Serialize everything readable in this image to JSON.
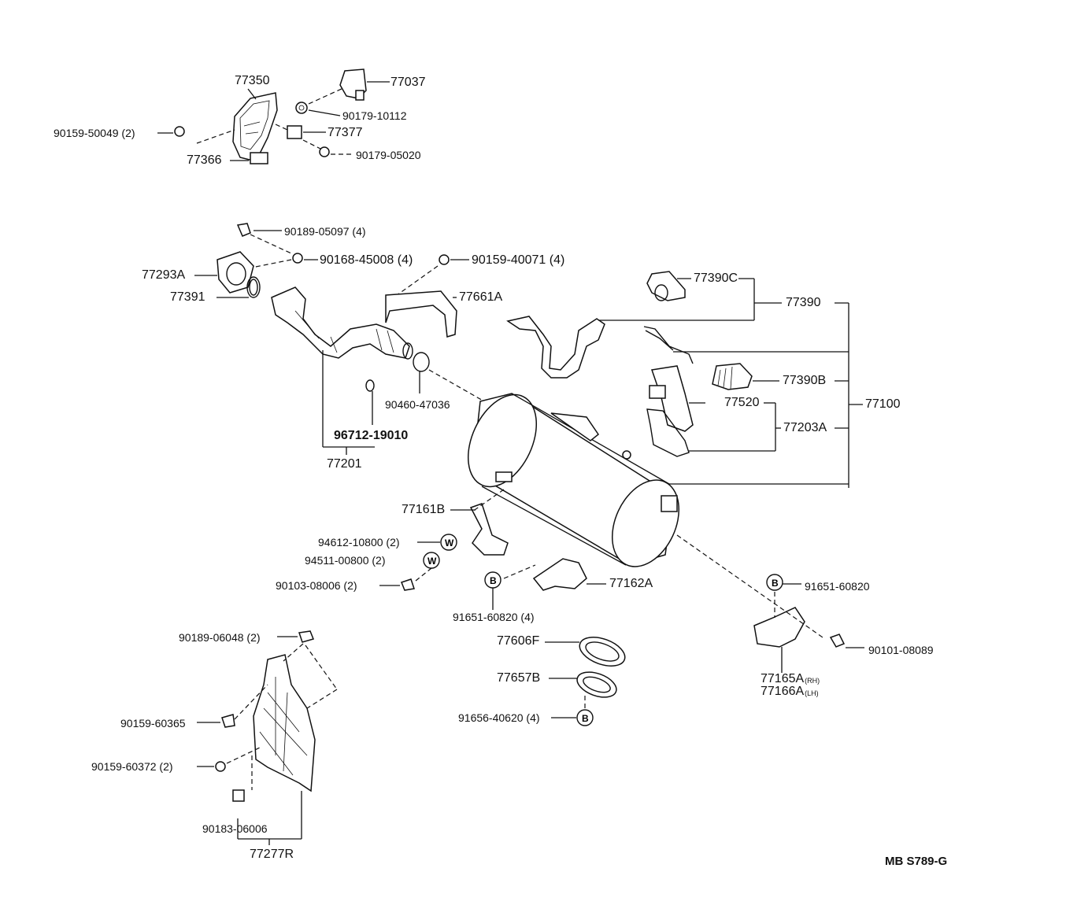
{
  "labels": {
    "p77350": "77350",
    "p77037": "77037",
    "p90179_10112": "90179-10112",
    "p90159_50049": "90159-50049 (2)",
    "p77377": "77377",
    "p77366": "77366",
    "p90179_05020": "90179-05020",
    "p90189_05097": "90189-05097 (4)",
    "p90168_45008": "90168-45008 (4)",
    "p90159_40071": "90159-40071 (4)",
    "p77293A": "77293A",
    "p77391": "77391",
    "p77661A": "77661A",
    "p77390C": "77390C",
    "p77390": "77390",
    "p77390B": "77390B",
    "p77100": "77100",
    "p77520": "77520",
    "p77203A": "77203A",
    "p90460_47036": "90460-47036",
    "p96712_19010": "96712-19010",
    "p77201": "77201",
    "p77161B": "77161B",
    "p94612_10800": "94612-10800 (2)",
    "p94511_00800": "94511-00800 (2)",
    "p90103_08006": "90103-08006 (2)",
    "p77162A": "77162A",
    "p91651_60820_4": "91651-60820 (4)",
    "p91651_60820": "91651-60820",
    "p90101_08089": "90101-08089",
    "p77165A": "77165A",
    "p77165A_sub": "(RH)",
    "p77166A": "77166A",
    "p77166A_sub": "(LH)",
    "p77606F": "77606F",
    "p77657B": "77657B",
    "p91656_40620": "91656-40620 (4)",
    "p90189_06048": "90189-06048 (2)",
    "p90159_60365": "90159-60365",
    "p90159_60372": "90159-60372 (2)",
    "p90183_06006": "90183-06006",
    "p77277R": "77277R",
    "ref_code": "MB S789-G"
  },
  "marks": {
    "W": "W",
    "B": "B"
  }
}
